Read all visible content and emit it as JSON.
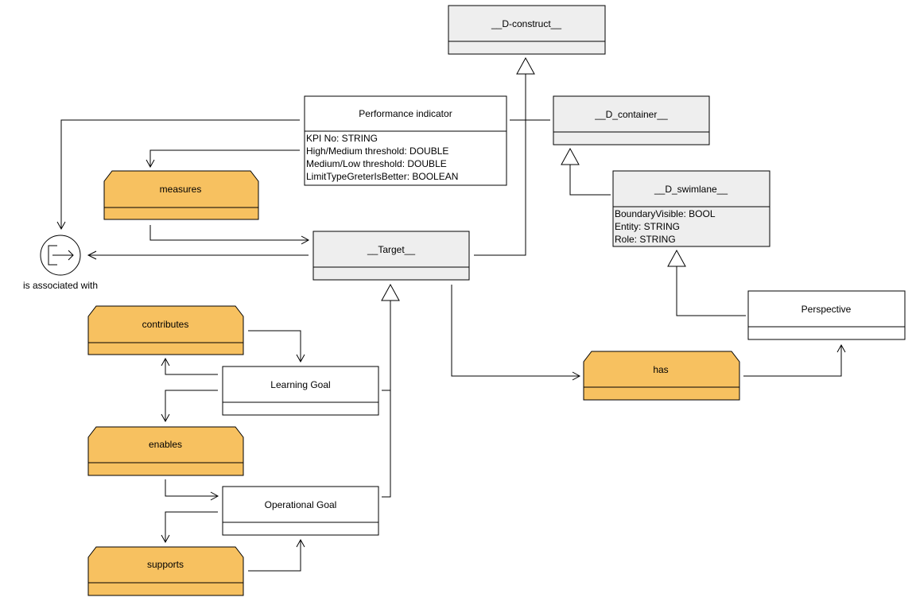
{
  "classes": {
    "d_construct": {
      "title": "__D-construct__",
      "attributes": []
    },
    "performance_indicator": {
      "title": "Performance indicator",
      "attributes": [
        "KPI No: STRING",
        "High/Medium threshold: DOUBLE",
        "Medium/Low threshold: DOUBLE",
        "LimitTypeGreterIsBetter: BOOLEAN"
      ]
    },
    "d_container": {
      "title": "__D_container__",
      "attributes": []
    },
    "d_swimlane": {
      "title": "__D_swimlane__",
      "attributes": [
        "BoundaryVisible: BOOL",
        "Entity: STRING",
        "Role: STRING"
      ]
    },
    "target": {
      "title": "__Target__",
      "attributes": []
    },
    "perspective": {
      "title": "Perspective",
      "attributes": []
    },
    "learning_goal": {
      "title": "Learning Goal",
      "attributes": []
    },
    "operational_goal": {
      "title": "Operational Goal",
      "attributes": []
    }
  },
  "relations": {
    "measures": "measures",
    "contributes": "contributes",
    "enables": "enables",
    "supports": "supports",
    "has": "has"
  },
  "connector": {
    "label": "is associated with",
    "icon": "exit-arrow-icon"
  },
  "colors": {
    "relation_fill": "#f7c160",
    "meta_fill": "#eeeeee",
    "class_fill": "#ffffff"
  }
}
